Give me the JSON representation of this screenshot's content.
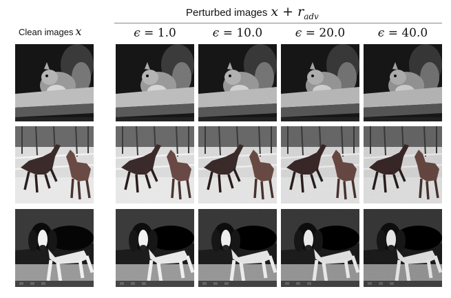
{
  "header": {
    "perturbed_label": "Perturbed images",
    "perturbed_math_base": "x + r",
    "perturbed_math_sub": "adv",
    "clean_label": "Clean images",
    "clean_math": "x"
  },
  "columns": [
    {
      "id": "clean",
      "epsilon_symbol": "",
      "epsilon_value": ""
    },
    {
      "id": "eps1",
      "epsilon_symbol": "ϵ",
      "epsilon_value": " = 1.0"
    },
    {
      "id": "eps10",
      "epsilon_symbol": "ϵ",
      "epsilon_value": " = 10.0"
    },
    {
      "id": "eps20",
      "epsilon_symbol": "ϵ",
      "epsilon_value": " = 20.0"
    },
    {
      "id": "eps40",
      "epsilon_symbol": "ϵ",
      "epsilon_value": " = 40.0"
    }
  ],
  "rows": [
    {
      "id": "squirrel"
    },
    {
      "id": "horses"
    },
    {
      "id": "dog"
    }
  ]
}
